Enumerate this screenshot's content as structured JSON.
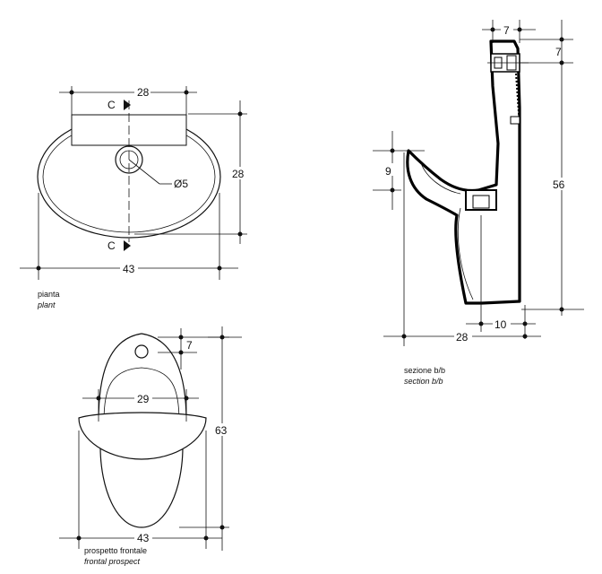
{
  "plan": {
    "dim_top": "28",
    "dim_right": "28",
    "dim_bottom": "43",
    "dim_hole": "Ø5",
    "section_marker_top": "C",
    "section_marker_bottom": "C",
    "caption_it": "pianta",
    "caption_en": "plant"
  },
  "section": {
    "dim_top1": "7",
    "dim_top2": "7",
    "dim_left": "9",
    "dim_right": "56",
    "dim_bottom_small": "10",
    "dim_bottom": "28",
    "caption_it": "sezione b/b",
    "caption_en": "section b/b"
  },
  "front": {
    "dim_top": "7",
    "dim_width_upper": "29",
    "dim_height": "63",
    "dim_bottom": "43",
    "caption_it": "prospetto frontale",
    "caption_en": "frontal prospect"
  }
}
